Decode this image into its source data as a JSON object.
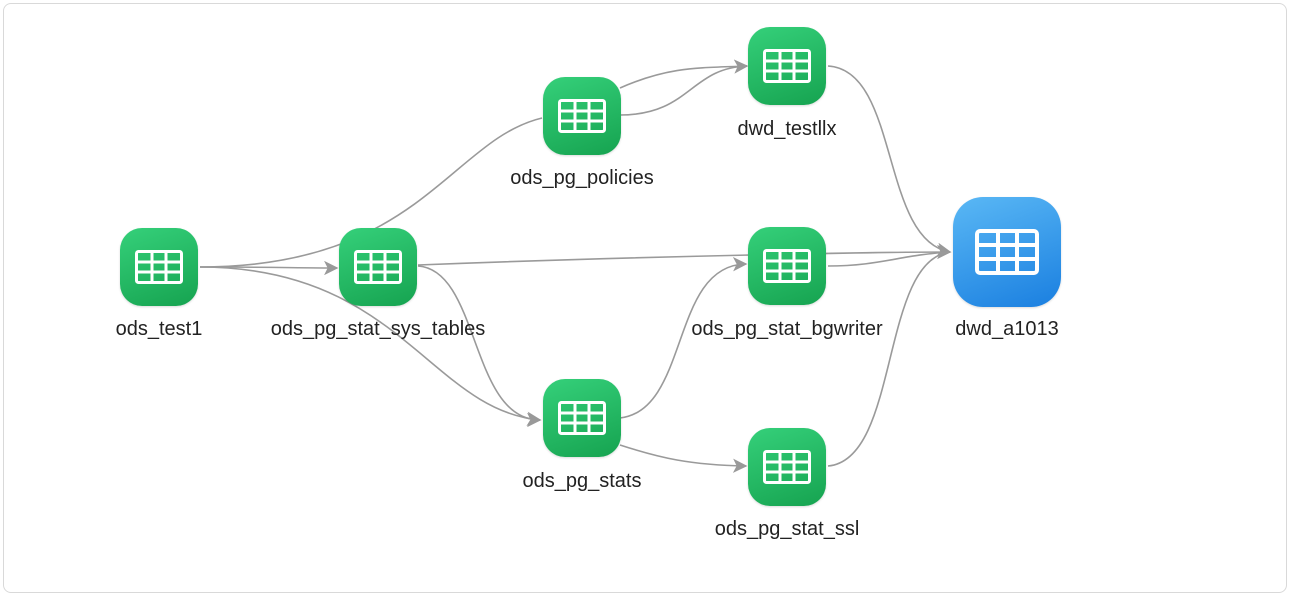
{
  "lineage": {
    "nodes": [
      {
        "id": "ods_test1",
        "label": "ods_test1",
        "type": "green",
        "icon": "table-icon"
      },
      {
        "id": "ods_pg_stat_sys_tables",
        "label": "ods_pg_stat_sys_tables",
        "type": "green",
        "icon": "table-icon"
      },
      {
        "id": "ods_pg_policies",
        "label": "ods_pg_policies",
        "type": "green",
        "icon": "table-icon"
      },
      {
        "id": "ods_pg_stats",
        "label": "ods_pg_stats",
        "type": "green",
        "icon": "table-icon"
      },
      {
        "id": "dwd_testllx",
        "label": "dwd_testllx",
        "type": "green",
        "icon": "table-icon"
      },
      {
        "id": "ods_pg_stat_bgwriter",
        "label": "ods_pg_stat_bgwriter",
        "type": "green",
        "icon": "table-icon"
      },
      {
        "id": "ods_pg_stat_ssl",
        "label": "ods_pg_stat_ssl",
        "type": "green",
        "icon": "table-icon"
      },
      {
        "id": "dwd_a1013",
        "label": "dwd_a1013",
        "type": "blue",
        "icon": "table-icon"
      }
    ],
    "colors": {
      "green_node": "#22b85e",
      "blue_node": "#2a8ee8",
      "edge": "#999999",
      "label": "#222222"
    }
  }
}
